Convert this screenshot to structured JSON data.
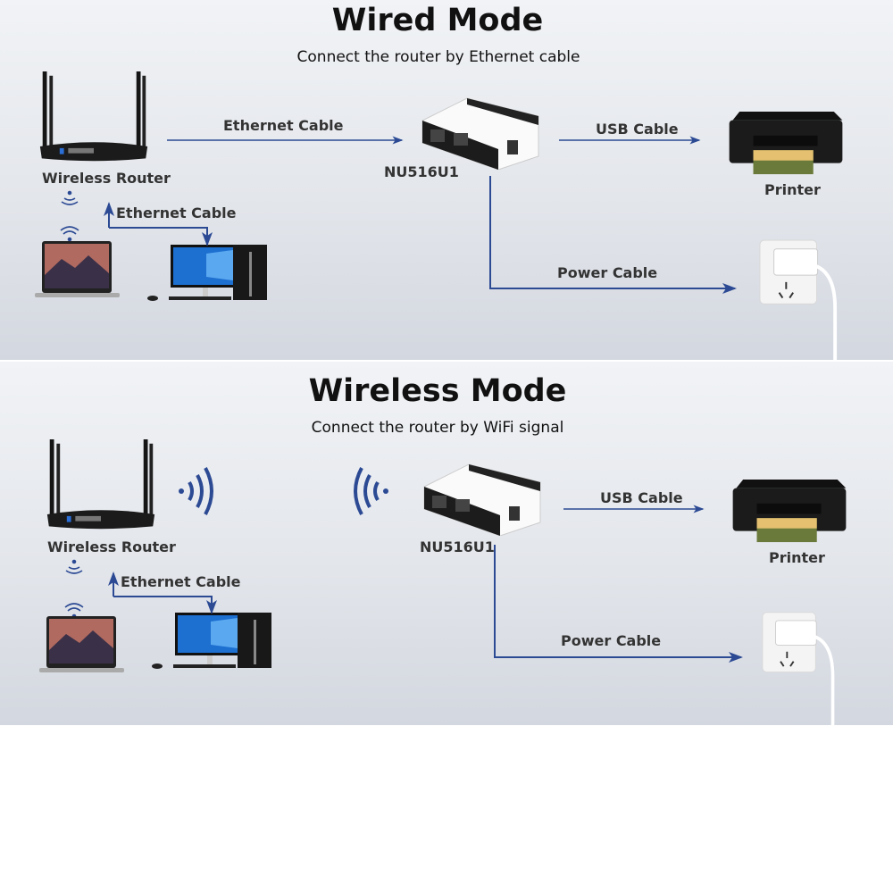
{
  "colors": {
    "line": "#2c4a94",
    "background_top": "#f1f3f6",
    "background_bottom": "#d3d7df"
  },
  "wired": {
    "title": "Wired Mode",
    "subtitle": "Connect the router by Ethernet cable",
    "router_label": "Wireless Router",
    "ethernet_to_device": "Ethernet Cable",
    "ethernet_to_pc": "Ethernet Cable",
    "device_label": "NU516U1",
    "usb_label": "USB Cable",
    "printer_label": "Printer",
    "power_label": "Power Cable"
  },
  "wireless": {
    "title": "Wireless Mode",
    "subtitle": "Connect the router by WiFi signal",
    "router_label": "Wireless Router",
    "ethernet_to_pc": "Ethernet Cable",
    "device_label": "NU516U1",
    "usb_label": "USB Cable",
    "printer_label": "Printer",
    "power_label": "Power Cable"
  }
}
